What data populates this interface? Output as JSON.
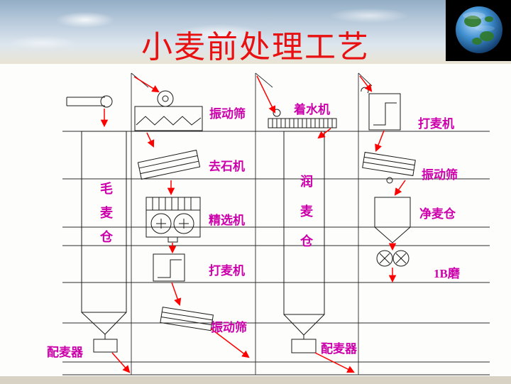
{
  "title": "小麦前处理工艺",
  "labels": {
    "vibrating_sieve_top": "振动筛",
    "water_adding_machine": "着水机",
    "wheat_beater_right": "打麦机",
    "destoner": "去石机",
    "vibrating_sieve_right": "振动筛",
    "selector": "精选机",
    "clean_wheat_bin": "净麦仓",
    "raw_wheat_bin": "毛麦仓",
    "tempering_bin": "润麦仓",
    "wheat_beater_left": "打麦机",
    "mill_1b": "1B磨",
    "vibrating_sieve_bottom": "振动筛",
    "wheat_blender_left": "配麦器",
    "wheat_blender_mid": "配麦器"
  },
  "colors": {
    "title": "#e81010",
    "label": "#cc00aa",
    "arrow": "#ff0000",
    "line": "#1a1a1a"
  }
}
